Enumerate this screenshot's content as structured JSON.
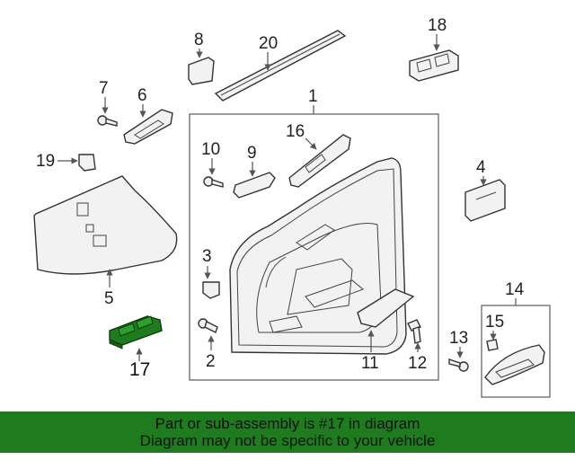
{
  "callouts": {
    "c1": "1",
    "c2": "2",
    "c3": "3",
    "c4": "4",
    "c5": "5",
    "c6": "6",
    "c7": "7",
    "c8": "8",
    "c9": "9",
    "c10": "10",
    "c11": "11",
    "c12": "12",
    "c13": "13",
    "c14": "14",
    "c15": "15",
    "c16": "16",
    "c17": "17",
    "c18": "18",
    "c19": "19",
    "c20": "20"
  },
  "highlight_color": "#1e7b1e",
  "banner": {
    "line1": "Part or sub-assembly is #17 in diagram",
    "line2": "Diagram may not be specific to your vehicle"
  }
}
